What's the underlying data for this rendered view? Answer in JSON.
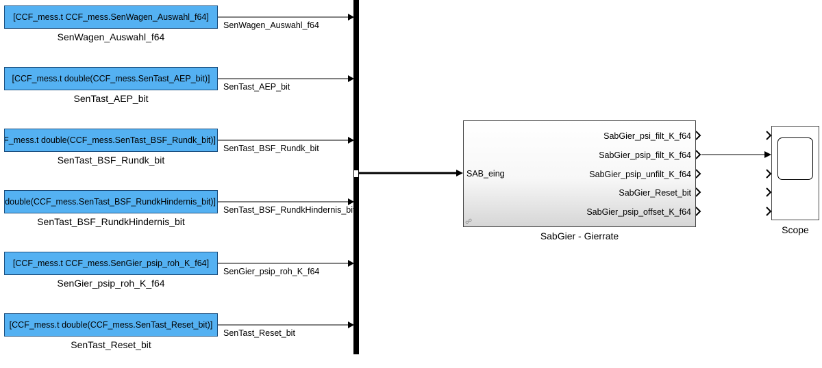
{
  "sources": [
    {
      "expr": "[CCF_mess.t CCF_mess.SenWagen_Auswahl_f64]",
      "name": "SenWagen_Auswahl_f64",
      "signal": "SenWagen_Auswahl_f64"
    },
    {
      "expr": "[CCF_mess.t double(CCF_mess.SenTast_AEP_bit)]",
      "name": "SenTast_AEP_bit",
      "signal": "SenTast_AEP_bit"
    },
    {
      "expr": "[CCF_mess.t double(CCF_mess.SenTast_BSF_Rundk_bit)]",
      "name": "SenTast_BSF_Rundk_bit",
      "signal": "SenTast_BSF_Rundk_bit"
    },
    {
      "expr": "[CCF_mess.t double(CCF_mess.SenTast_BSF_RundkHindernis_bit)]",
      "name": "SenTast_BSF_RundkHindernis_bit",
      "signal": "SenTast_BSF_RundkHindernis_bit"
    },
    {
      "expr": "[CCF_mess.t CCF_mess.SenGier_psip_roh_K_f64]",
      "name": "SenGier_psip_roh_K_f64",
      "signal": "SenGier_psip_roh_K_f64"
    },
    {
      "expr": "[CCF_mess.t double(CCF_mess.SenTast_Reset_bit)]",
      "name": "SenTast_Reset_bit",
      "signal": "SenTast_Reset_bit"
    }
  ],
  "subsystem": {
    "name": "SabGier - Gierrate",
    "inport": "SAB_eing",
    "outports": [
      "SabGier_psi_filt_K_f64",
      "SabGier_psip_filt_K_f64",
      "SabGier_psip_unfilt_K_f64",
      "SabGier_Reset_bit",
      "SabGier_psip_offset_K_f64"
    ]
  },
  "scope": {
    "name": "Scope"
  },
  "colors": {
    "source_fill": "#54b1f2",
    "source_border": "#1b4f7f",
    "line": "#000000"
  }
}
